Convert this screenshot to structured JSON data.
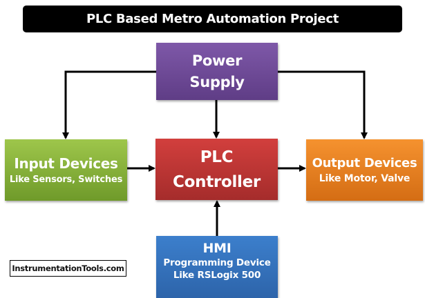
{
  "title": "PLC Based Metro Automation Project",
  "blocks": {
    "power_supply": {
      "line1": "Power",
      "line2": "Supply",
      "color": "#6f4a99"
    },
    "input_devices": {
      "title": "Input Devices",
      "subtitle": "Like Sensors, Switches",
      "color": "#8ab23c"
    },
    "plc_controller": {
      "line1": "PLC",
      "line2": "Controller",
      "color": "#c03634"
    },
    "output_devices": {
      "title": "Output Devices",
      "subtitle": "Like Motor, Valve",
      "color": "#e98024"
    },
    "hmi": {
      "title": "HMI",
      "subtitle": "Programming Device",
      "subtitle2": "Like RSLogix 500",
      "color": "#3573bd"
    }
  },
  "connections": [
    {
      "from": "power_supply",
      "to": "input_devices"
    },
    {
      "from": "power_supply",
      "to": "plc_controller"
    },
    {
      "from": "power_supply",
      "to": "output_devices"
    },
    {
      "from": "input_devices",
      "to": "plc_controller"
    },
    {
      "from": "plc_controller",
      "to": "output_devices"
    },
    {
      "from": "hmi",
      "to": "plc_controller"
    }
  ],
  "watermark": "InstrumentationTools.com"
}
